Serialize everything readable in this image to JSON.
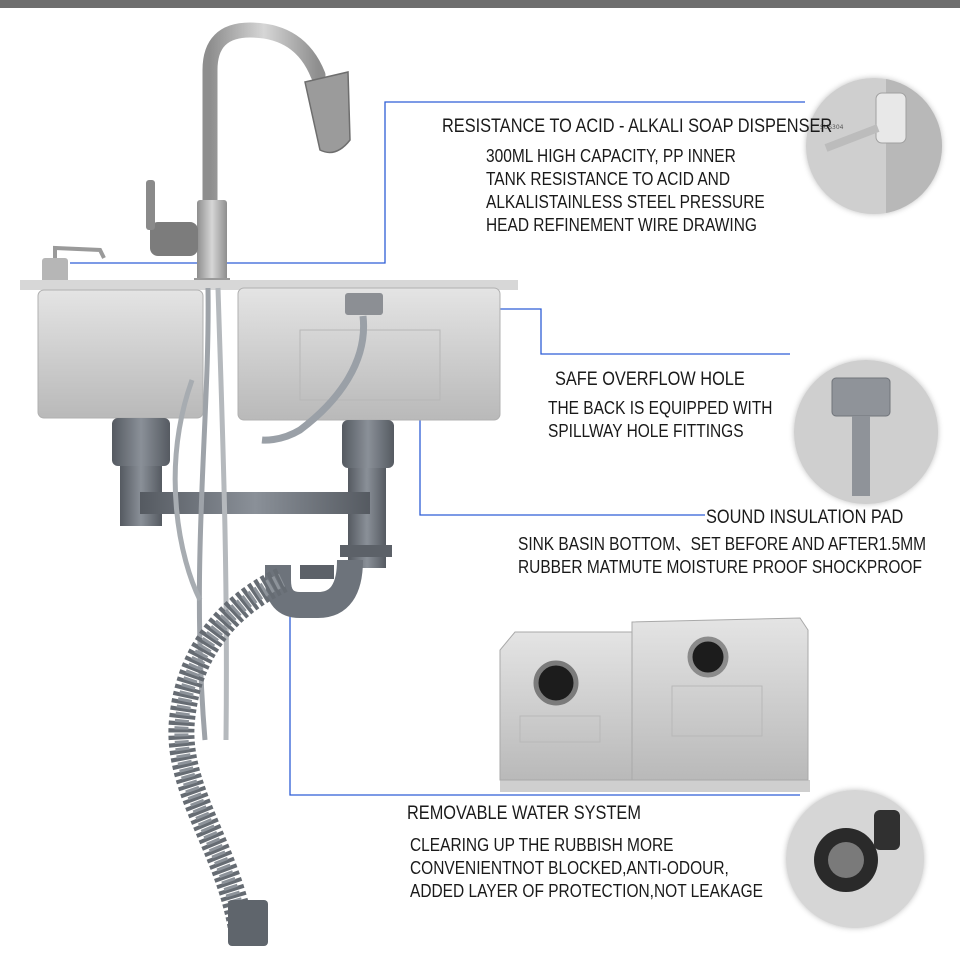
{
  "features": {
    "soap_dispenser": {
      "title": "RESISTANCE TO ACID - ALKALI SOAP DISPENSER",
      "lines": [
        "300ML HIGH CAPACITY, PP INNER",
        "TANK RESISTANCE TO ACID AND",
        "ALKALISTAINLESS STEEL PRESSURE",
        "HEAD REFINEMENT WIRE DRAWING"
      ],
      "tag_text": "SUS304"
    },
    "overflow_hole": {
      "title": "SAFE OVERFLOW HOLE",
      "lines": [
        "THE BACK IS EQUIPPED WITH",
        "SPILLWAY HOLE FITTINGS"
      ]
    },
    "sound_pad": {
      "title": "SOUND INSULATION PAD",
      "lines": [
        "SINK BASIN BOTTOM、SET BEFORE AND AFTER1.5MM",
        "RUBBER MATMUTE MOISTURE PROOF SHOCKPROOF"
      ]
    },
    "water_system": {
      "title": "REMOVABLE  WATER SYSTEM",
      "lines": [
        "CLEARING UP THE RUBBISH MORE",
        "CONVENIENTNOT BLOCKED,ANTI-ODOUR,",
        "ADDED LAYER OF PROTECTION,NOT LEAKAGE"
      ]
    }
  },
  "colors": {
    "top_bar": "#6e6e6e",
    "callout_line": "#2e5ed6",
    "steel": "#c9c9c9",
    "pipe": "#6d737b",
    "text": "#1a1a1a"
  }
}
